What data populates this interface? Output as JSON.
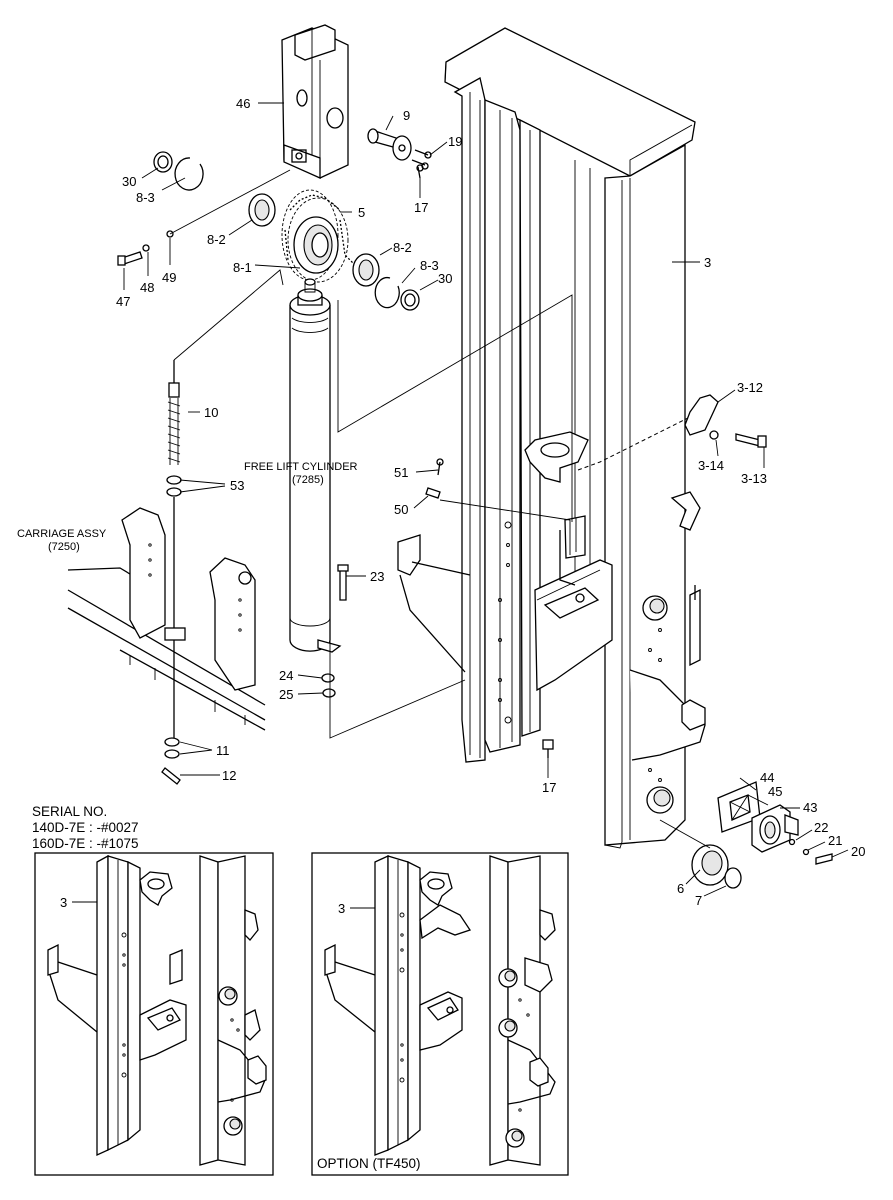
{
  "parts": [
    {
      "id": "p46",
      "label": "46"
    },
    {
      "id": "p9",
      "label": "9"
    },
    {
      "id": "p19",
      "label": "19"
    },
    {
      "id": "p17a",
      "label": "17"
    },
    {
      "id": "p30a",
      "label": "30"
    },
    {
      "id": "p83a",
      "label": "8-3"
    },
    {
      "id": "p5",
      "label": "5"
    },
    {
      "id": "p82a",
      "label": "8-2"
    },
    {
      "id": "p82b",
      "label": "8-2"
    },
    {
      "id": "p81",
      "label": "8-1"
    },
    {
      "id": "p83b",
      "label": "8-3"
    },
    {
      "id": "p30b",
      "label": "30"
    },
    {
      "id": "p47",
      "label": "47"
    },
    {
      "id": "p48",
      "label": "48"
    },
    {
      "id": "p49",
      "label": "49"
    },
    {
      "id": "p3",
      "label": "3"
    },
    {
      "id": "p10",
      "label": "10"
    },
    {
      "id": "p53",
      "label": "53"
    },
    {
      "id": "p312",
      "label": "3-12"
    },
    {
      "id": "p314",
      "label": "3-14"
    },
    {
      "id": "p313",
      "label": "3-13"
    },
    {
      "id": "p51",
      "label": "51"
    },
    {
      "id": "p50",
      "label": "50"
    },
    {
      "id": "p23",
      "label": "23"
    },
    {
      "id": "p24",
      "label": "24"
    },
    {
      "id": "p25",
      "label": "25"
    },
    {
      "id": "p11",
      "label": "11"
    },
    {
      "id": "p12",
      "label": "12"
    },
    {
      "id": "p17b",
      "label": "17"
    },
    {
      "id": "p44",
      "label": "44"
    },
    {
      "id": "p45",
      "label": "45"
    },
    {
      "id": "p43",
      "label": "43"
    },
    {
      "id": "p22",
      "label": "22"
    },
    {
      "id": "p21",
      "label": "21"
    },
    {
      "id": "p20",
      "label": "20"
    },
    {
      "id": "p6",
      "label": "6"
    },
    {
      "id": "p7",
      "label": "7"
    },
    {
      "id": "p3a",
      "label": "3"
    },
    {
      "id": "p3b",
      "label": "3"
    }
  ],
  "annotations": {
    "free_lift_cylinder": "FREE LIFT CYLINDER",
    "free_lift_cylinder_code": "(7285)",
    "carriage_assy": "CARRIAGE ASSY",
    "carriage_assy_code": "(7250)"
  },
  "serial": {
    "title": "SERIAL NO.",
    "line1": "140D-7E : -#0027",
    "line2": "160D-7E : -#1075"
  },
  "option_label": "OPTION (TF450)"
}
